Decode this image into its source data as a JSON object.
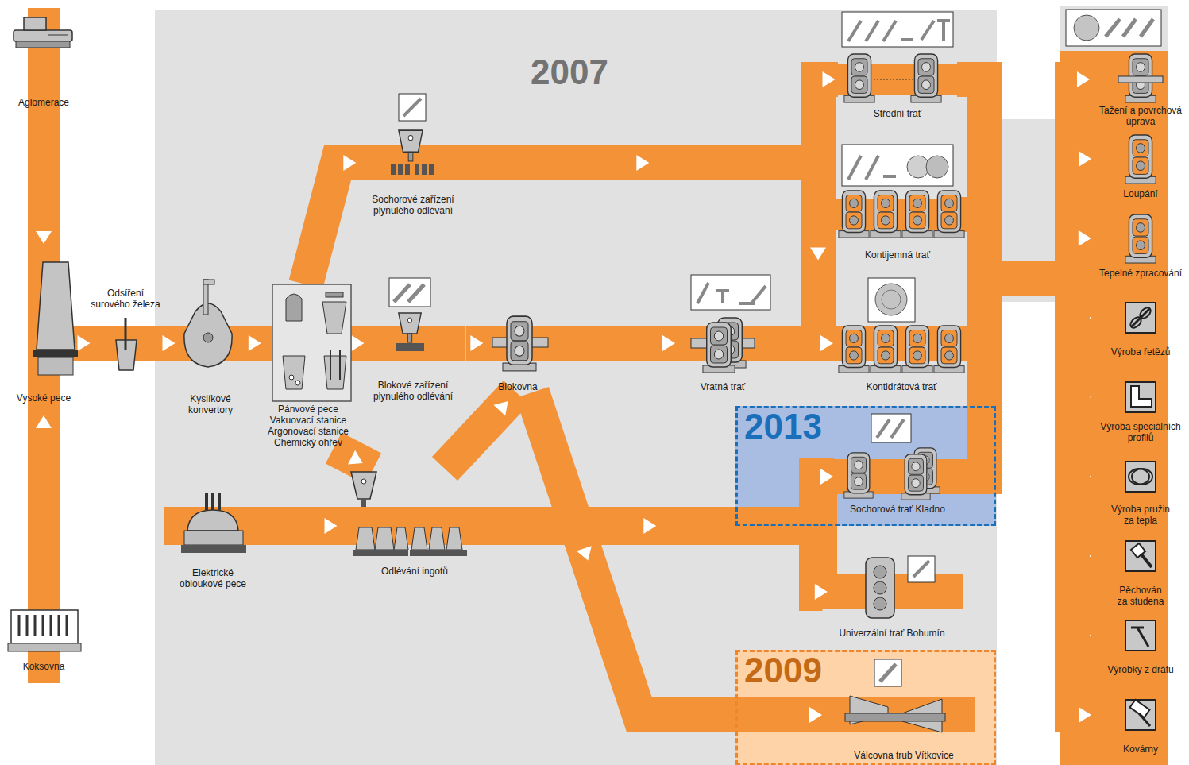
{
  "diagram": {
    "nodes": [
      {
        "text": [
          "Aglomerace"
        ]
      },
      {
        "text": [
          "Vysoké pece"
        ]
      },
      {
        "text": [
          "Koksovna"
        ]
      },
      {
        "text": [
          "Odsíření surového železa"
        ]
      },
      {
        "text": [
          "Kyslíkové konvertory"
        ]
      },
      {
        "text": [
          "Pánvové pece",
          "Vakuovací stanice",
          "Argonovací stanice",
          "Chemický ohřev"
        ]
      },
      {
        "text": [
          "Sochorové zařízení plynulého odlévání"
        ]
      },
      {
        "text": [
          "Blokové zařízení plynulého odlévání"
        ]
      },
      {
        "text": [
          "Blokovna"
        ]
      },
      {
        "text": [
          "Elektrické obloukové pece"
        ]
      },
      {
        "text": [
          "Odlévání ingotů"
        ]
      },
      {
        "text": [
          "Vratná trať"
        ]
      },
      {
        "text": [
          "Střední trať"
        ]
      },
      {
        "text": [
          "Kontijemná trať"
        ]
      },
      {
        "text": [
          "Kontidrátová trať"
        ]
      },
      {
        "text": [
          "2013"
        ]
      },
      {
        "text": [
          "Sochorová trať Kladno"
        ],
        "in": 15
      },
      {
        "text": [
          "Univerzální trať Bohumín"
        ]
      },
      {
        "text": [
          "2009"
        ]
      },
      {
        "text": [
          "Válcovna trub Vítkovice"
        ],
        "in": 18
      },
      {
        "text": [
          "Tažení a povrchová úprava"
        ]
      },
      {
        "text": [
          "Loupání"
        ]
      },
      {
        "text": [
          "Tepelné zpracování"
        ]
      },
      {
        "text": [
          "Výroba řetězů"
        ]
      },
      {
        "text": [
          "Výroba speciálních profilů"
        ]
      },
      {
        "text": [
          "Výroba pružin za tepla"
        ]
      },
      {
        "text": [
          "Pěchován za studena"
        ]
      },
      {
        "text": [
          "Výrobky z drátu"
        ]
      },
      {
        "text": [
          "Kovárny"
        ]
      }
    ],
    "edges": [
      {
        "from": 0,
        "to": 1,
        "arrow": "to"
      },
      {
        "from": 2,
        "to": 1,
        "arrow": "to"
      },
      {
        "from": 1,
        "to": 3,
        "arrow": "to"
      },
      {
        "from": 3,
        "to": 4,
        "arrow": "to"
      },
      {
        "from": 4,
        "to": 5,
        "arrow": "to"
      },
      {
        "from": 5,
        "to": 6,
        "arrow": "to"
      },
      {
        "from": 5,
        "to": 7,
        "arrow": "to"
      },
      {
        "from": 5,
        "to": 10,
        "arrow": "to"
      },
      {
        "from": 9,
        "to": 10,
        "arrow": "to"
      },
      {
        "from": 7,
        "to": 8,
        "arrow": "to"
      },
      {
        "from": 10,
        "to": 8,
        "arrow": "to"
      },
      {
        "from": 8,
        "to": 11,
        "arrow": "to"
      },
      {
        "from": 11,
        "to": 14,
        "arrow": "to"
      },
      {
        "from": 6,
        "to": 12,
        "arrow": "to"
      },
      {
        "from": 6,
        "to": 13,
        "arrow": "to"
      },
      {
        "from": 6,
        "to": 14,
        "arrow": "to"
      },
      {
        "from": 10,
        "to": 16,
        "arrow": "to"
      },
      {
        "from": 10,
        "to": 17,
        "arrow": "to"
      },
      {
        "from": 8,
        "to": 19,
        "arrow": "to"
      },
      {
        "from": 12,
        "to": 20,
        "arrow": "to"
      },
      {
        "from": 12,
        "to": 21,
        "arrow": "to"
      },
      {
        "from": 12,
        "to": 22,
        "arrow": "to"
      },
      {
        "from": 12,
        "to": 23,
        "arrow": "to"
      },
      {
        "from": 12,
        "to": 24,
        "arrow": "to"
      },
      {
        "from": 12,
        "to": 25,
        "arrow": "to"
      },
      {
        "from": 12,
        "to": 26,
        "arrow": "to"
      },
      {
        "from": 12,
        "to": 27,
        "arrow": "to"
      },
      {
        "from": 12,
        "to": 28,
        "arrow": "to"
      },
      {
        "from": 13,
        "to": 20,
        "arrow": "to"
      },
      {
        "from": 13,
        "to": 21,
        "arrow": "to"
      },
      {
        "from": 13,
        "to": 22,
        "arrow": "to"
      },
      {
        "from": 13,
        "to": 23,
        "arrow": "to"
      },
      {
        "from": 13,
        "to": 24,
        "arrow": "to"
      },
      {
        "from": 13,
        "to": 25,
        "arrow": "to"
      },
      {
        "from": 13,
        "to": 26,
        "arrow": "to"
      },
      {
        "from": 13,
        "to": 27,
        "arrow": "to"
      },
      {
        "from": 13,
        "to": 28,
        "arrow": "to"
      },
      {
        "from": 14,
        "to": 20,
        "arrow": "to"
      },
      {
        "from": 14,
        "to": 21,
        "arrow": "to"
      },
      {
        "from": 14,
        "to": 22,
        "arrow": "to"
      },
      {
        "from": 14,
        "to": 23,
        "arrow": "to"
      },
      {
        "from": 14,
        "to": 24,
        "arrow": "to"
      },
      {
        "from": 14,
        "to": 25,
        "arrow": "to"
      },
      {
        "from": 14,
        "to": 26,
        "arrow": "to"
      },
      {
        "from": 14,
        "to": 27,
        "arrow": "to"
      },
      {
        "from": 14,
        "to": 28,
        "arrow": "to"
      },
      {
        "from": 16,
        "to": 20,
        "arrow": "to"
      },
      {
        "from": 16,
        "to": 21,
        "arrow": "to"
      },
      {
        "from": 16,
        "to": 22,
        "arrow": "to"
      },
      {
        "from": 16,
        "to": 23,
        "arrow": "to"
      },
      {
        "from": 16,
        "to": 24,
        "arrow": "to"
      },
      {
        "from": 16,
        "to": 25,
        "arrow": "to"
      },
      {
        "from": 16,
        "to": 26,
        "arrow": "to"
      },
      {
        "from": 16,
        "to": 27,
        "arrow": "to"
      },
      {
        "from": 16,
        "to": 28,
        "arrow": "to"
      }
    ],
    "labels": [
      "2007"
    ]
  }
}
